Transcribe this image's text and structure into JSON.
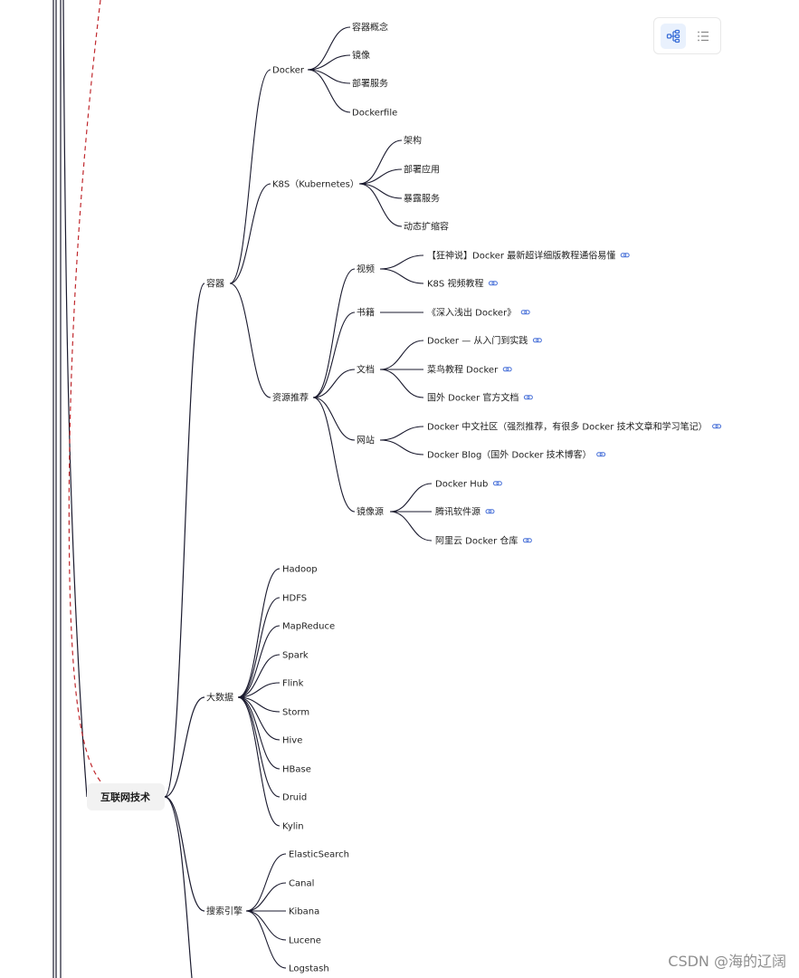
{
  "watermark": "CSDN @海的辽阔",
  "toolbar": {
    "mindmap_view": "mindmap-view",
    "outline_view": "outline-view"
  },
  "root": "互联网技术",
  "branches": [
    {
      "label": "容器",
      "children": [
        {
          "label": "Docker",
          "children": [
            {
              "label": "容器概念"
            },
            {
              "label": "镜像"
            },
            {
              "label": "部署服务"
            },
            {
              "label": "Dockerfile"
            }
          ]
        },
        {
          "label": "K8S（Kubernetes）",
          "children": [
            {
              "label": "架构"
            },
            {
              "label": "部署应用"
            },
            {
              "label": "暴露服务"
            },
            {
              "label": "动态扩缩容"
            }
          ]
        },
        {
          "label": "资源推荐",
          "children": [
            {
              "label": "视频",
              "children": [
                {
                  "label": "【狂神说】Docker 最新超详细版教程通俗易懂",
                  "link": true
                },
                {
                  "label": "K8S 视频教程",
                  "link": true
                }
              ]
            },
            {
              "label": "书籍",
              "children": [
                {
                  "label": "《深入浅出 Docker》",
                  "link": true
                }
              ]
            },
            {
              "label": "文档",
              "children": [
                {
                  "label": "Docker — 从入门到实践",
                  "link": true
                },
                {
                  "label": "菜鸟教程 Docker",
                  "link": true
                },
                {
                  "label": "国外 Docker 官方文档",
                  "link": true
                }
              ]
            },
            {
              "label": "网站",
              "children": [
                {
                  "label": "Docker 中文社区（强烈推荐，有很多 Docker 技术文章和学习笔记）",
                  "link": true
                },
                {
                  "label": "Docker Blog（国外 Docker 技术博客）",
                  "link": true
                }
              ]
            },
            {
              "label": "镜像源",
              "children": [
                {
                  "label": "Docker Hub",
                  "link": true
                },
                {
                  "label": "腾讯软件源",
                  "link": true
                },
                {
                  "label": "阿里云 Docker 仓库",
                  "link": true
                }
              ]
            }
          ]
        }
      ]
    },
    {
      "label": "大数据",
      "children": [
        {
          "label": "Hadoop"
        },
        {
          "label": "HDFS"
        },
        {
          "label": "MapReduce"
        },
        {
          "label": "Spark"
        },
        {
          "label": "Flink"
        },
        {
          "label": "Storm"
        },
        {
          "label": "Hive"
        },
        {
          "label": "HBase"
        },
        {
          "label": "Druid"
        },
        {
          "label": "Kylin"
        }
      ]
    },
    {
      "label": "搜索引擎",
      "children": [
        {
          "label": "ElasticSearch"
        },
        {
          "label": "Canal"
        },
        {
          "label": "Kibana"
        },
        {
          "label": "Lucene"
        },
        {
          "label": "Logstash"
        }
      ]
    }
  ]
}
